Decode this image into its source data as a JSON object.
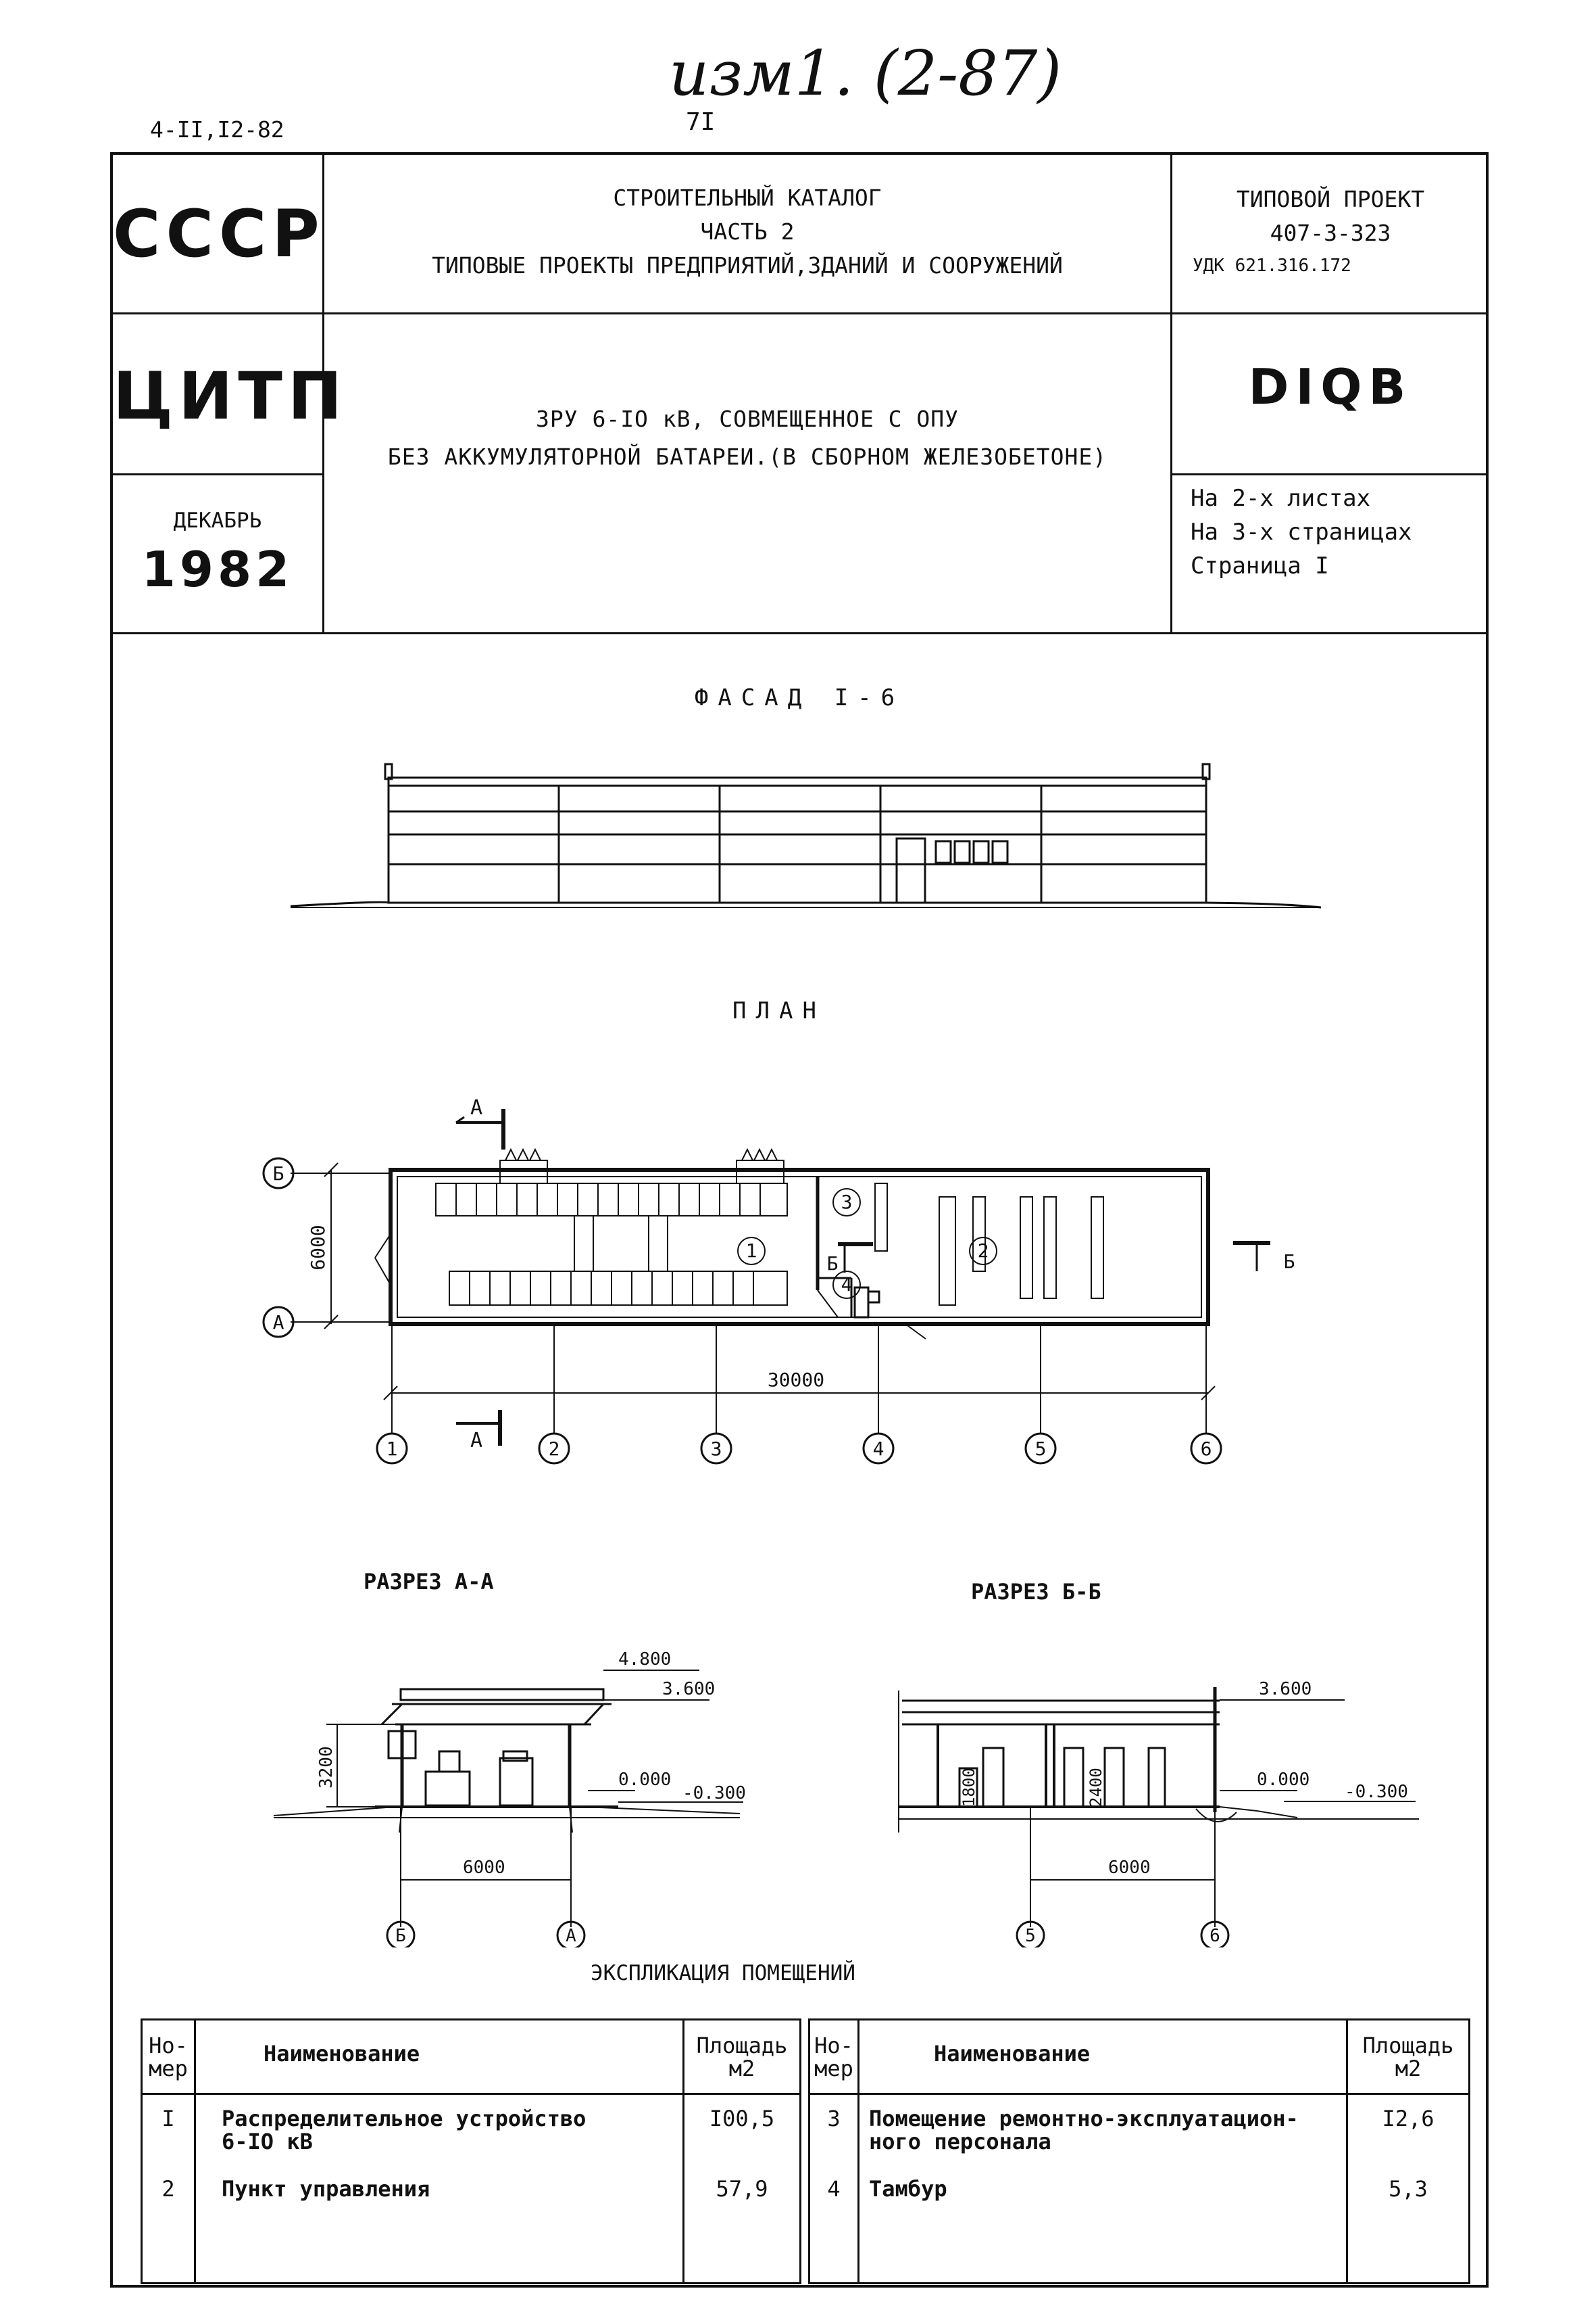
{
  "annotation": "изм1. (2-87)",
  "meta": {
    "sheet_code": "4-II,I2-82",
    "page_number": "7I"
  },
  "header": {
    "country": "СССР",
    "org": "ЦИТП",
    "date_month": "ДЕКАБРЬ",
    "date_year": "1982",
    "catalog_line1": "СТРОИТЕЛЬНЫЙ КАТАЛОГ",
    "catalog_line2": "ЧАСТЬ 2",
    "catalog_line3": "ТИПОВЫЕ ПРОЕКТЫ ПРЕДПРИЯТИЙ,ЗДАНИЙ И СООРУЖЕНИЙ",
    "project_label": "ТИПОВОЙ ПРОЕКТ",
    "project_number": "407-3-323",
    "udk": "УДК 621.316.172",
    "code": "DIQB",
    "title_line1": "ЗРУ 6-IO кВ, СОВМЕЩЕННОЕ С ОПУ",
    "title_line2": "БЕЗ АККУМУЛЯТОРНОЙ БАТАРЕИ.(В СБОРНОМ ЖЕЛЕЗОБЕТОНЕ)",
    "sheets_line1": "На 2-х листах",
    "sheets_line2": "На 3-х страницах",
    "sheets_line3": "Страница I"
  },
  "facade": {
    "heading": "ФАСАД I-6"
  },
  "plan": {
    "heading": "ПЛАН",
    "section_mark_a": "А",
    "section_mark_b": "Б",
    "rows": [
      "Б",
      "А"
    ],
    "width_dim": "6000",
    "length_dim": "30000",
    "axes": [
      "1",
      "2",
      "3",
      "4",
      "5",
      "6"
    ],
    "rooms": [
      "1",
      "2",
      "3",
      "4"
    ]
  },
  "section_aa": {
    "heading": "РАЗРЕЗ А-А",
    "level_top": "4.800",
    "level_eave": "3.600",
    "level_floor": "0.000",
    "level_ground": "-0.300",
    "height_dim": "3200",
    "span_dim": "6000",
    "axes": [
      "Б",
      "А"
    ]
  },
  "section_bb": {
    "heading": "РАЗРЕЗ Б-Б",
    "level_eave": "3.600",
    "level_floor": "0.000",
    "level_ground": "-0.300",
    "dim_cab1": "1800",
    "dim_cab2": "2400",
    "span_dim": "6000",
    "axes": [
      "5",
      "6"
    ]
  },
  "explication": {
    "heading": "ЭКСПЛИКАЦИЯ ПОМЕЩЕНИЙ",
    "col_num_1": "Но-",
    "col_num_2": "мер",
    "col_name": "Наименование",
    "col_area_1": "Площадь",
    "col_area_2": "м2",
    "rows": [
      {
        "num": "I",
        "name_1": "Распределительное устройство",
        "name_2": "6-IO кВ",
        "area": "I00,5"
      },
      {
        "num": "2",
        "name_1": "Пункт управления",
        "name_2": "",
        "area": "57,9"
      },
      {
        "num": "3",
        "name_1": "Помещение ремонтно-эксплуатацион-",
        "name_2": "ного персонала",
        "area": "I2,6"
      },
      {
        "num": "4",
        "name_1": "Тамбур",
        "name_2": "",
        "area": "5,3"
      }
    ]
  }
}
